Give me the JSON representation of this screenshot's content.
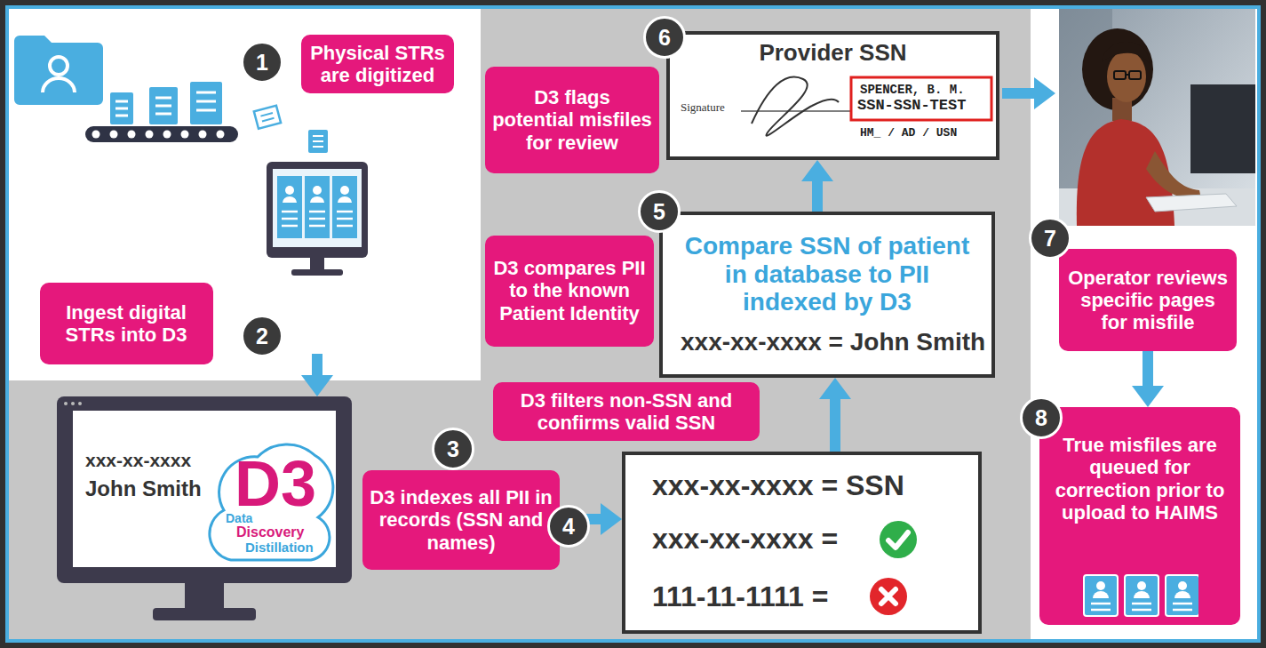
{
  "diagram": {
    "nodes": [
      {
        "text": [
          "1"
        ]
      },
      {
        "text": [
          "Physical STRs are digitized"
        ]
      },
      {
        "text": [
          "Ingest digital STRs into D3"
        ]
      },
      {
        "text": [
          "2"
        ]
      },
      {
        "text": [
          "xxx-xx-xxxx",
          "John Smith"
        ]
      },
      {
        "text": [
          "D3",
          "Data",
          "Discovery",
          "Distillation"
        ],
        "in": 4
      },
      {
        "text": [
          "3"
        ]
      },
      {
        "text": [
          "D3 indexes all PII in records (SSN and names)"
        ]
      },
      {
        "text": [
          "4"
        ]
      },
      {
        "text": [
          "xxx-xx-xxxx = SSN",
          "xxx-xx-xxxx =",
          "111-11-1111 ="
        ]
      },
      {
        "text": [
          "D3 filters non-SSN and confirms valid SSN"
        ]
      },
      {
        "text": [
          "5"
        ]
      },
      {
        "text": [
          "D3 compares PII to the known Patient Identity"
        ]
      },
      {
        "text": [
          "Compare SSN of patient in database to PII indexed by D3",
          "xxx-xx-xxxx = John Smith"
        ]
      },
      {
        "text": [
          "6"
        ]
      },
      {
        "text": [
          "D3 flags potential misfiles for review"
        ]
      },
      {
        "text": [
          "Provider SSN",
          "Signature",
          "SPENCER, B. M.",
          "SSN-SSN-TEST",
          "HM_ / AD / USN"
        ]
      },
      {
        "text": [
          "7"
        ]
      },
      {
        "text": [
          "Operator reviews specific pages for misfile"
        ]
      },
      {
        "text": [
          "8"
        ]
      },
      {
        "text": [
          "True misfiles are queued for correction prior to upload to HAIMS"
        ]
      }
    ],
    "edges": [
      {
        "from": 7,
        "to": 9,
        "arrow": "to"
      },
      {
        "from": 9,
        "to": 13,
        "arrow": "to"
      },
      {
        "from": 13,
        "to": 16,
        "arrow": "to"
      },
      {
        "from": 18,
        "to": 20,
        "arrow": "to"
      }
    ]
  }
}
